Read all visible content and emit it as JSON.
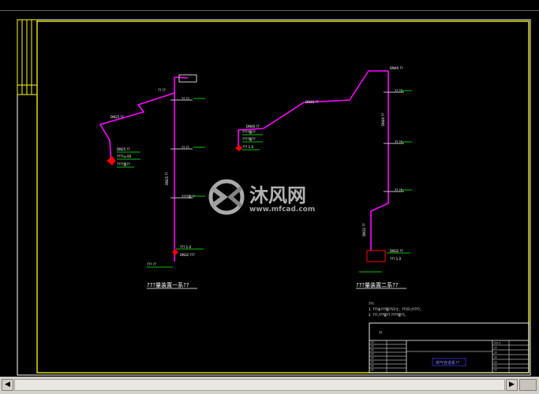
{
  "watermark": {
    "brand": "沐风网",
    "url": "www.mfcad.com"
  },
  "drawing": {
    "left_caption": "???量装置一系??",
    "right_caption": "???量装置二系??",
    "notes_title": "???:",
    "note_1": "1. ???本???管??尺寸，???尺寸????。",
    "note_2": "2. ???,???管??   ????管??。",
    "title_block_name": "燃气管道系??",
    "left_labels": [
      "DN25 ??",
      "??  ??",
      "??  ??",
      "??  ??",
      "????管??",
      "DN25 ??",
      "????ω 60",
      "????管??",
      "??? 1.0",
      "DN32 ???",
      "???  ??"
    ],
    "right_labels": [
      "DN40 ??",
      "??  ??",
      "??  ??",
      "??  ??",
      "DN40 ??",
      "DN40 ??",
      "????管??",
      "????管??",
      "??? 1.0",
      "DN32 ??",
      "??? 1.0"
    ],
    "title_block_rows": [
      "??",
      "??",
      "??",
      "??",
      "??",
      "??",
      "??",
      "??"
    ],
    "title_block_right": [
      "??? ?",
      "??",
      "??",
      "??",
      "??",
      "??",
      "??"
    ]
  },
  "colors": {
    "frame": "#ffff00",
    "pipe": "#ff00ff",
    "label": "#ffffff",
    "leader": "#00ff00",
    "device": "#ff0000",
    "title_blue": "#4040ff"
  }
}
